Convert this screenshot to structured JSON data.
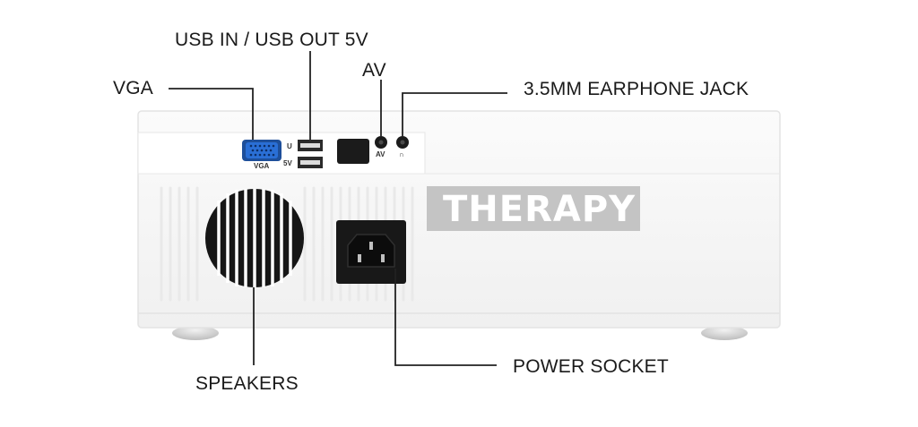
{
  "callouts": {
    "usb": "USB IN / USB OUT 5V",
    "vga": "VGA",
    "av": "AV",
    "earphone": "3.5MM EARPHONE JACK",
    "speakers": "SPEAKERS",
    "power": "POWER SOCKET"
  },
  "port_labels": {
    "vga": "VGA",
    "usb_top": "U",
    "usb_bottom": "5V",
    "av": "AV",
    "earphone": "∩"
  },
  "watermark": {
    "text": "THERAPY"
  },
  "colors": {
    "device_body": "#f7f7f7",
    "device_edge": "#e2e2e2",
    "vga_port": "#2a6fd6",
    "port_black": "#1b1b1b",
    "leader_line": "#222222"
  }
}
